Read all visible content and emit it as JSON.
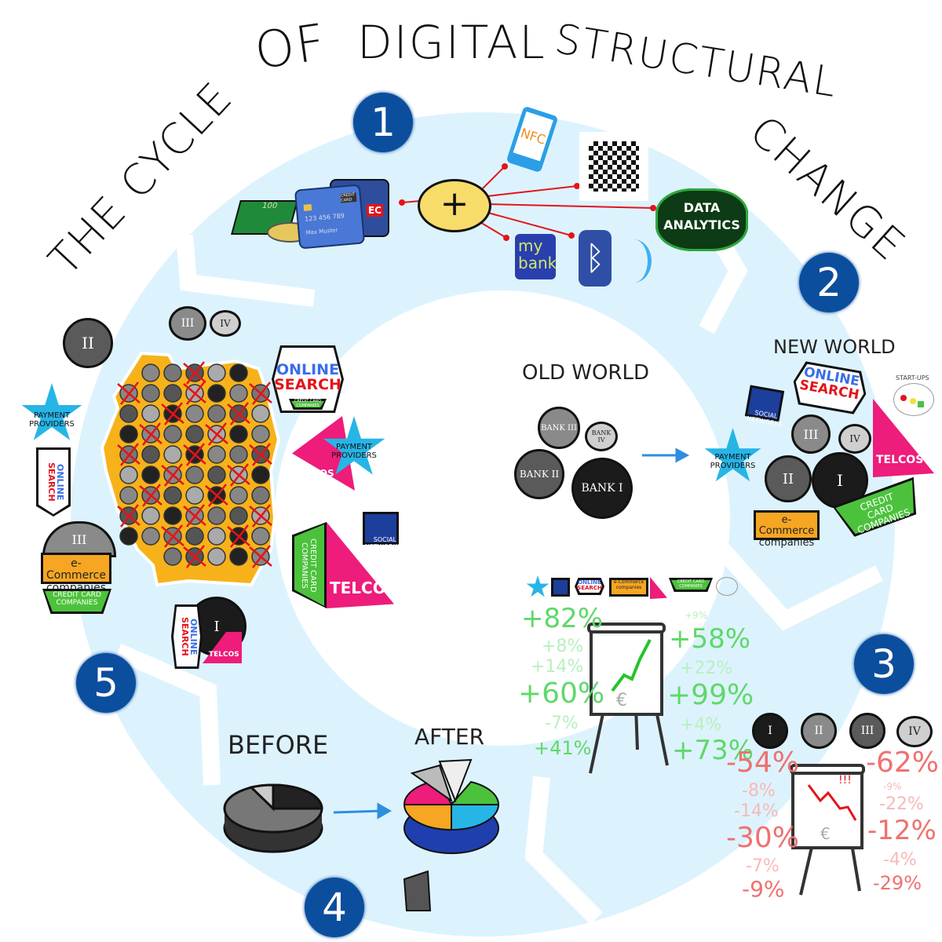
{
  "title": {
    "w1": "THE CYCLE",
    "w2": "OF",
    "w3": "DIGITAL",
    "w4": "STRUCTURAL",
    "w5": "CHANGE"
  },
  "steps": [
    "1",
    "2",
    "3",
    "4",
    "5"
  ],
  "colors": {
    "ring": "#dcf3fd",
    "badge": "#0b4e9e",
    "telcos": "#ee1c7a",
    "credit": "#4cc23c",
    "ecommerce": "#f6a623",
    "payment": "#27b5e6",
    "social": "#1c3f9c",
    "map": "#f7b21a"
  },
  "step1": {
    "cash_note": "100",
    "card_label": "CREDIT CARD",
    "card_number": "123 456 789",
    "card_holder": "Max Muster",
    "ec_label": "EC",
    "plus": "+",
    "nfc": "NFC",
    "data_analytics": [
      "DATA",
      "ANALYTICS"
    ],
    "mybank": [
      "my",
      "bank"
    ]
  },
  "step2": {
    "old_world": "OLD WORLD",
    "new_world": "NEW WORLD",
    "banks": [
      "BANK I",
      "BANK II",
      "BANK III",
      "BANK IV"
    ],
    "numerals": [
      "I",
      "II",
      "III",
      "IV"
    ],
    "online_search": [
      "ONLINE",
      "SEARCH"
    ],
    "social_networks": "SOCIAL NETWORKS",
    "payment_providers": "PAYMENT PROVIDERS",
    "telcos": "TELCOS",
    "credit_card": "CREDIT CARD COMPANIES",
    "ecommerce": [
      "e-Commerce",
      "companies"
    ],
    "startups": "START-UPS"
  },
  "step3": {
    "gains_main": [
      "+82%",
      "+60%",
      "+41%",
      "+58%",
      "+99%",
      "+73%"
    ],
    "gains_faint": [
      "+8%",
      "+14%",
      "-7%",
      "+9%",
      "+22%",
      "+4%"
    ],
    "losses_main": [
      "-54%",
      "-30%",
      "-9%",
      "-62%",
      "-12%",
      "-29%"
    ],
    "losses_faint": [
      "-8%",
      "-14%",
      "-7%",
      "-9%",
      "-22%",
      "-4%"
    ],
    "alert": "!!!",
    "currency": "€"
  },
  "step4": {
    "before": "BEFORE",
    "after": "AFTER"
  }
}
